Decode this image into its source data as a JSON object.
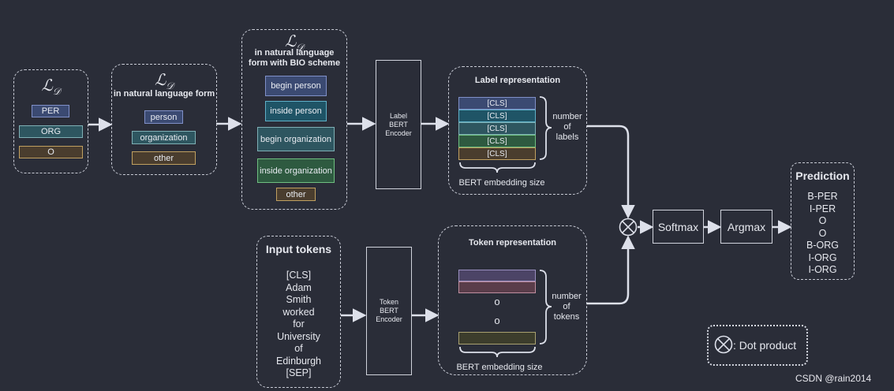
{
  "label_set": {
    "symbol": "ℒ",
    "subscript": "𝒟",
    "items": [
      "PER",
      "ORG",
      "O"
    ]
  },
  "natural_form": {
    "symbol": "ℒ",
    "subscript": "𝒟",
    "title": "in natural language form",
    "items": [
      "person",
      "organization",
      "other"
    ]
  },
  "bio_form": {
    "symbol": "ℒ",
    "subscript": "𝒟",
    "title_line1": "in natural language",
    "title_line2": "form with BIO scheme",
    "items": [
      "begin person",
      "inside person",
      "begin organization",
      "inside organization",
      "other"
    ]
  },
  "label_encoder": {
    "line1": "Label",
    "line2": "BERT",
    "line3": "Encoder"
  },
  "label_representation": {
    "title": "Label representation",
    "rows": [
      "[CLS]",
      "[CLS]",
      "[CLS]",
      "[CLS]",
      "[CLS]"
    ],
    "side_line1": "number",
    "side_line2": "of",
    "side_line3": "labels",
    "bottom": "BERT embedding size"
  },
  "input_tokens": {
    "title": "Input tokens",
    "tokens": [
      "[CLS]",
      "Adam",
      "Smith",
      "worked",
      "for",
      "University",
      "of",
      "Edinburgh",
      "[SEP]"
    ]
  },
  "token_encoder": {
    "line1": "Token",
    "line2": "BERT",
    "line3": "Encoder"
  },
  "token_representation": {
    "title": "Token representation",
    "dots": [
      "o",
      "o"
    ],
    "side_line1": "number",
    "side_line2": "of",
    "side_line3": "tokens",
    "bottom": "BERT embedding size"
  },
  "softmax": "Softmax",
  "argmax": "Argmax",
  "prediction": {
    "title": "Prediction",
    "items": [
      "B-PER",
      "I-PER",
      "O",
      "O",
      "B-ORG",
      "I-ORG",
      "I-ORG"
    ]
  },
  "legend": {
    "text": ": Dot product"
  },
  "watermark": "CSDN @rain2014",
  "colors": {
    "blue": "#3b4a72",
    "blue_border": "#8090c8",
    "teal": "#2e5660",
    "teal_border": "#7fb0b5",
    "olive": "#4a3d2e",
    "olive_border": "#c0a060",
    "cyan": "#1f5466",
    "cyan_border": "#5fb0c8",
    "green": "#2e5a40",
    "green_border": "#6fbf80",
    "purple": "#4c4466",
    "purple_border": "#9a8fc0",
    "mauve": "#5a3d4a",
    "mauve_border": "#c08fa0",
    "darkolive": "#3c3d2c",
    "darkolive_border": "#a8a070"
  }
}
